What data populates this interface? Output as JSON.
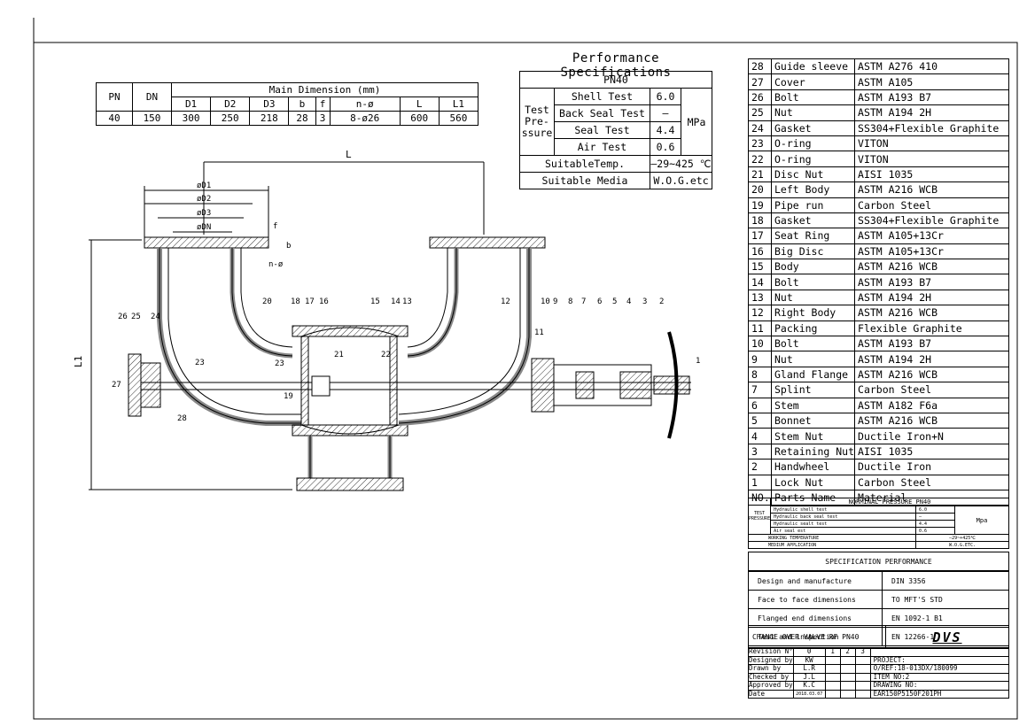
{
  "dimension_table": {
    "pn_header": "PN",
    "dn_header": "DN",
    "group_header": "Main Dimension (mm)",
    "columns": [
      "D1",
      "D2",
      "D3",
      "b",
      "f",
      "n-ø",
      "L",
      "L1"
    ],
    "values": {
      "pn": "40",
      "dn": "150",
      "cells": [
        "300",
        "250",
        "218",
        "28",
        "3",
        "8-ø26",
        "600",
        "560"
      ]
    }
  },
  "performance": {
    "title": "Performance Specifications",
    "pn": "PN40",
    "test_pressure_label": "Test Pre- ssure",
    "unit": "MPa",
    "rows": [
      {
        "label": "Shell Test",
        "value": "6.0"
      },
      {
        "label": "Back Seal Test",
        "value": "–"
      },
      {
        "label": "Seal Test",
        "value": "4.4"
      },
      {
        "label": "Air Test",
        "value": "0.6"
      }
    ],
    "temp_label": "SuitableTemp.",
    "temp_value": "–29~425 ℃",
    "media_label": "Suitable Media",
    "media_value": "W.O.G.etc"
  },
  "drawing_labels": {
    "L": "L",
    "L1": "L1",
    "D1": "øD1",
    "D2": "øD2",
    "D3": "øD3",
    "DN": "øDN",
    "f": "f",
    "b": "b",
    "n": "n-ø",
    "callouts": [
      "26",
      "25",
      "24",
      "27",
      "23",
      "28",
      "19",
      "20",
      "18",
      "17",
      "16",
      "23",
      "21",
      "22",
      "15",
      "14",
      "13",
      "12",
      "11",
      "10",
      "9",
      "8",
      "7",
      "6",
      "5",
      "4",
      "3",
      "2",
      "1"
    ]
  },
  "parts": {
    "header": {
      "no": "NO.",
      "name": "Parts Name",
      "material": "Material"
    },
    "rows": [
      {
        "no": "28",
        "name": "Guide sleeve",
        "material": "ASTM A276 410"
      },
      {
        "no": "27",
        "name": "Cover",
        "material": "ASTM A105"
      },
      {
        "no": "26",
        "name": "Bolt",
        "material": "ASTM A193 B7"
      },
      {
        "no": "25",
        "name": "Nut",
        "material": "ASTM A194 2H"
      },
      {
        "no": "24",
        "name": "Gasket",
        "material": "SS304+Flexible Graphite"
      },
      {
        "no": "23",
        "name": "O-ring",
        "material": "VITON"
      },
      {
        "no": "22",
        "name": "O-ring",
        "material": "VITON"
      },
      {
        "no": "21",
        "name": "Disc Nut",
        "material": "AISI 1035"
      },
      {
        "no": "20",
        "name": "Left Body",
        "material": "ASTM A216 WCB"
      },
      {
        "no": "19",
        "name": "Pipe run",
        "material": "Carbon Steel"
      },
      {
        "no": "18",
        "name": "Gasket",
        "material": "SS304+Flexible Graphite"
      },
      {
        "no": "17",
        "name": "Seat Ring",
        "material": "ASTM A105+13Cr"
      },
      {
        "no": "16",
        "name": "Big Disc",
        "material": "ASTM A105+13Cr"
      },
      {
        "no": "15",
        "name": "Body",
        "material": "ASTM A216 WCB"
      },
      {
        "no": "14",
        "name": "Bolt",
        "material": "ASTM A193 B7"
      },
      {
        "no": "13",
        "name": "Nut",
        "material": "ASTM A194 2H"
      },
      {
        "no": "12",
        "name": "Right Body",
        "material": "ASTM A216 WCB"
      },
      {
        "no": "11",
        "name": "Packing",
        "material": "Flexible Graphite"
      },
      {
        "no": "10",
        "name": "Bolt",
        "material": "ASTM A193 B7"
      },
      {
        "no": "9",
        "name": "Nut",
        "material": "ASTM A194 2H"
      },
      {
        "no": "8",
        "name": "Gland Flange",
        "material": "ASTM A216 WCB"
      },
      {
        "no": "7",
        "name": "Splint",
        "material": "Carbon Steel"
      },
      {
        "no": "6",
        "name": "Stem",
        "material": "ASTM A182 F6a"
      },
      {
        "no": "5",
        "name": "Bonnet",
        "material": "ASTM A216 WCB"
      },
      {
        "no": "4",
        "name": "Stem Nut",
        "material": "Ductile Iron+N"
      },
      {
        "no": "3",
        "name": "Retaining Nut",
        "material": "AISI 1035"
      },
      {
        "no": "2",
        "name": "Handwheel",
        "material": "Ductile Iron"
      },
      {
        "no": "1",
        "name": "Lock Nut",
        "material": "Carbon Steel"
      }
    ]
  },
  "nominal": {
    "side_label": "TEST PRESSURE",
    "title": "NORMINAL PRESSURE    PN40",
    "unit": "Mpa",
    "rows": [
      {
        "label": "Hydraulic shell test",
        "value": "6.0"
      },
      {
        "label": "Hydraulic back seal test",
        "value": "–"
      },
      {
        "label": "Hydraulic sealt test",
        "value": "4.4"
      },
      {
        "label": "Air seal est",
        "value": "0.6"
      }
    ],
    "temp_label": "WORKING TEMPERATURE",
    "temp_value": "–29~+425℃",
    "media_label": "MEDIUM APPLICATION",
    "media_value": "W.O.G.ETC."
  },
  "spec_performance": "SPECIFICATION PERFORMANCE",
  "standards": [
    {
      "label": "Design and manufacture",
      "value": "DIN 3356"
    },
    {
      "label": "Face to face dimensions",
      "value": "TO MFT'S STD"
    },
    {
      "label": "Flanged end dimensions",
      "value": "EN 1092-1 B1"
    },
    {
      "label": "Test and inspection",
      "value": "EN 12266-1"
    }
  ],
  "title_block": {
    "title": "CHANGE OVER VALVE RF PN40",
    "logo": "DVS"
  },
  "revision": {
    "rev_label": "Revision N°",
    "rev_nums": [
      "0",
      "1",
      "2",
      "3"
    ],
    "rows": [
      {
        "label": "Designed by",
        "value": "KW"
      },
      {
        "label": "Drawn by",
        "value": "L.R"
      },
      {
        "label": "Checked by",
        "value": "J.L"
      },
      {
        "label": "Approved by",
        "value": "K.C"
      },
      {
        "label": "Date",
        "value": "2018.03.07"
      }
    ],
    "project": [
      "PROJECT:",
      "O/REF:18-013DX/180099",
      "ITEM NO:2",
      "DRAWING NO:",
      "EAR150P5150F201PH"
    ]
  }
}
